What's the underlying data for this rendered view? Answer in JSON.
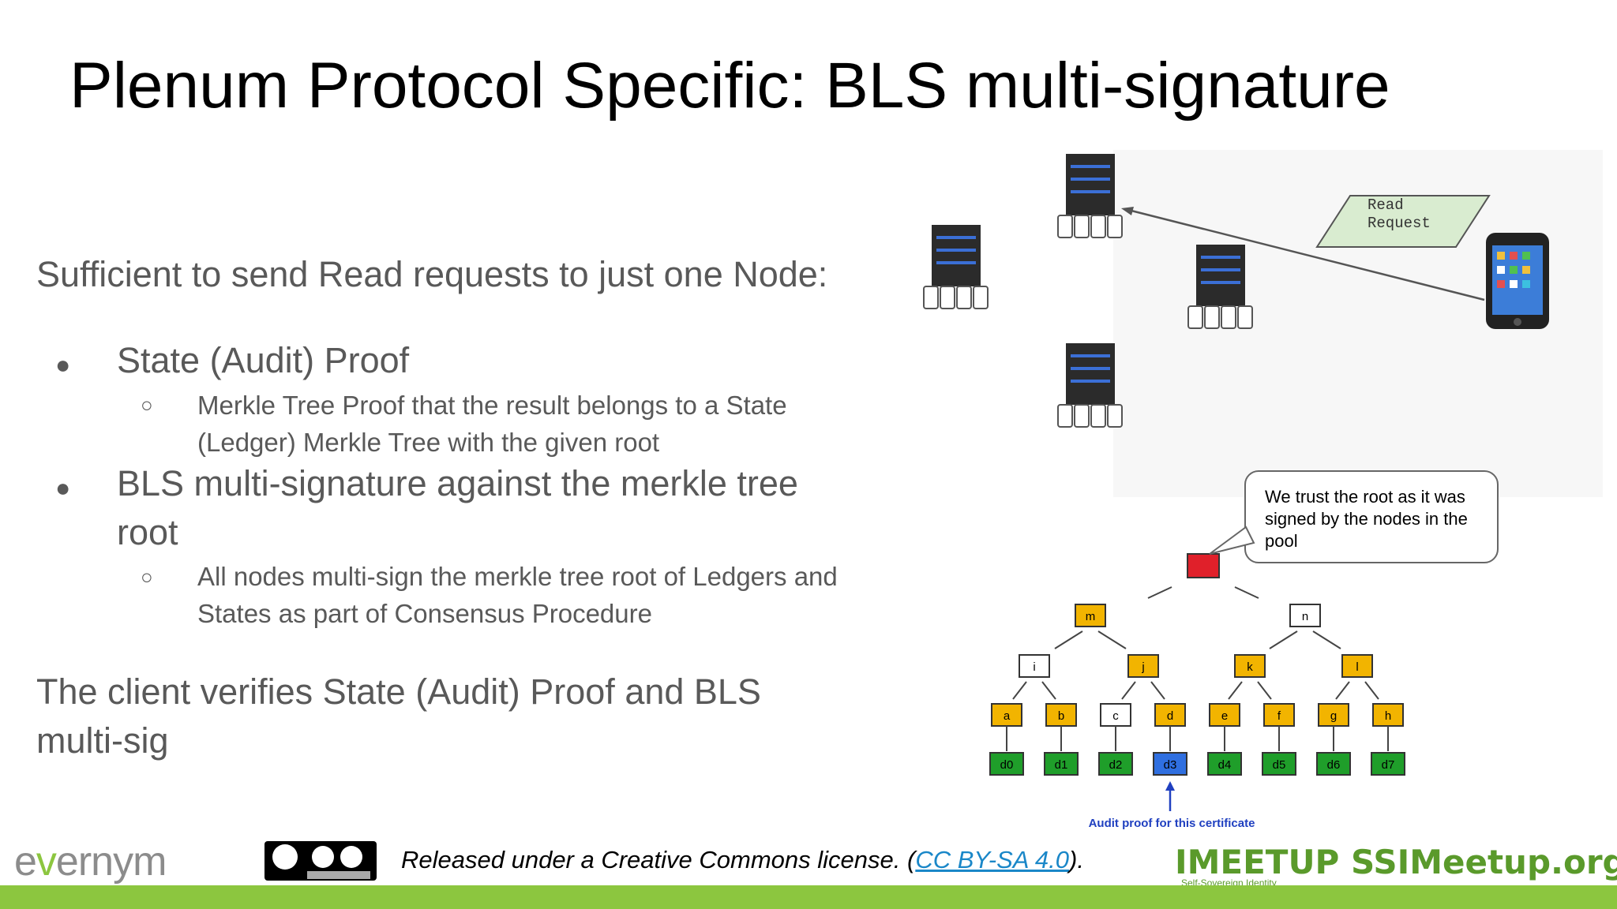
{
  "slide": {
    "title": "Plenum Protocol Specific: BLS multi-signature",
    "lead": "Sufficient to send Read requests to just one Node:",
    "bullets": [
      {
        "text": "State (Audit) Proof",
        "sub": "Merkle Tree Proof that the result belongs to a State (Ledger) Merkle Tree with the given root"
      },
      {
        "text": "BLS multi-signature against the merkle tree root",
        "sub": "All nodes multi-sign the merkle tree root of Ledgers and States as part of Consensus Procedure"
      }
    ],
    "bullet_glyph": "●",
    "sub_glyph": "○",
    "conclusion": "The client verifies State (Audit) Proof and BLS multi-sig"
  },
  "diagram": {
    "read_request": "Read\nRequest",
    "bubble": "We trust the root as it was signed by the nodes in the pool",
    "tree": {
      "level1": [
        "m",
        "n"
      ],
      "level2": [
        "i",
        "j",
        "k",
        "l"
      ],
      "level3": [
        "a",
        "b",
        "c",
        "d",
        "e",
        "f",
        "g",
        "h"
      ],
      "leaves": [
        "d0",
        "d1",
        "d2",
        "d3",
        "d4",
        "d5",
        "d6",
        "d7"
      ]
    },
    "audit_label": "Audit proof for this certificate",
    "colors": {
      "yellow": "#f2b400",
      "green": "#1f9e2a",
      "blue": "#2f6fe0",
      "red": "#e0202a",
      "white": "#ffffff",
      "request": "#d9ecd0"
    }
  },
  "footer": {
    "logo_prefix": "e",
    "logo_mid": "v",
    "logo_rest": "ernym",
    "license_prefix": "Released under a Creative Commons license. (",
    "license_link": "CC BY-SA 4.0",
    "license_suffix": ").",
    "meetup": "IMEETUP SSIMeetup.org",
    "meetup_sub": "Self-Sovereign Identity",
    "accent": "#8cc63f"
  }
}
